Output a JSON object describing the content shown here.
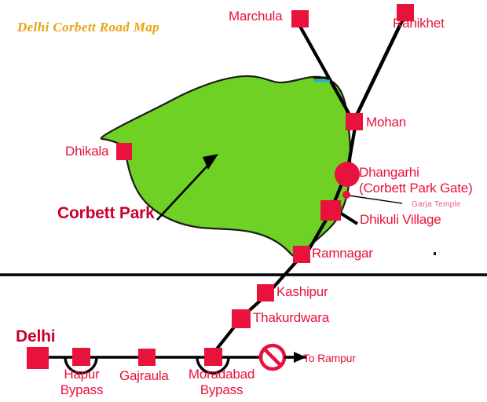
{
  "map": {
    "title": "Delhi Corbett Road Map",
    "title_color": "#E8A317",
    "park_fill_color": "#6FD124",
    "marker_color": "#E8123C",
    "label_color": "#E8123C",
    "road_color": "#000000",
    "river_color": "#29A8E0",
    "park_area_label": "Corbett Park",
    "background_color": "#FFFFFF"
  },
  "places": {
    "marchula": "Marchula",
    "ranikhet": "Ranikhet",
    "mohan": "Mohan",
    "dhikala": "Dhikala",
    "dhangarhi_line1": "Dhangarhi",
    "dhangarhi_line2": "(Corbett Park Gate)",
    "garja_temple": "Garja Temple",
    "dhikuli_village": "Dhikuli Village",
    "ramnagar": "Ramnagar",
    "kashipur": "Kashipur",
    "thakurdwara": "Thakurdwara",
    "delhi": "Delhi",
    "hapur_bypass_line1": "Hapur",
    "hapur_bypass_line2": "Bypass",
    "gajraula": "Gajraula",
    "moradabad_bypass_line1": "Moradabad",
    "moradabad_bypass_line2": "Bypass",
    "to_rampur": "To Rampur"
  },
  "icons": {
    "no_entry": "no-entry-icon",
    "direction_arrow": "arrow-right-icon",
    "park_pointer": "arrow-pointer-icon",
    "dhikuli_pointer": "arrow-pointer-icon"
  }
}
